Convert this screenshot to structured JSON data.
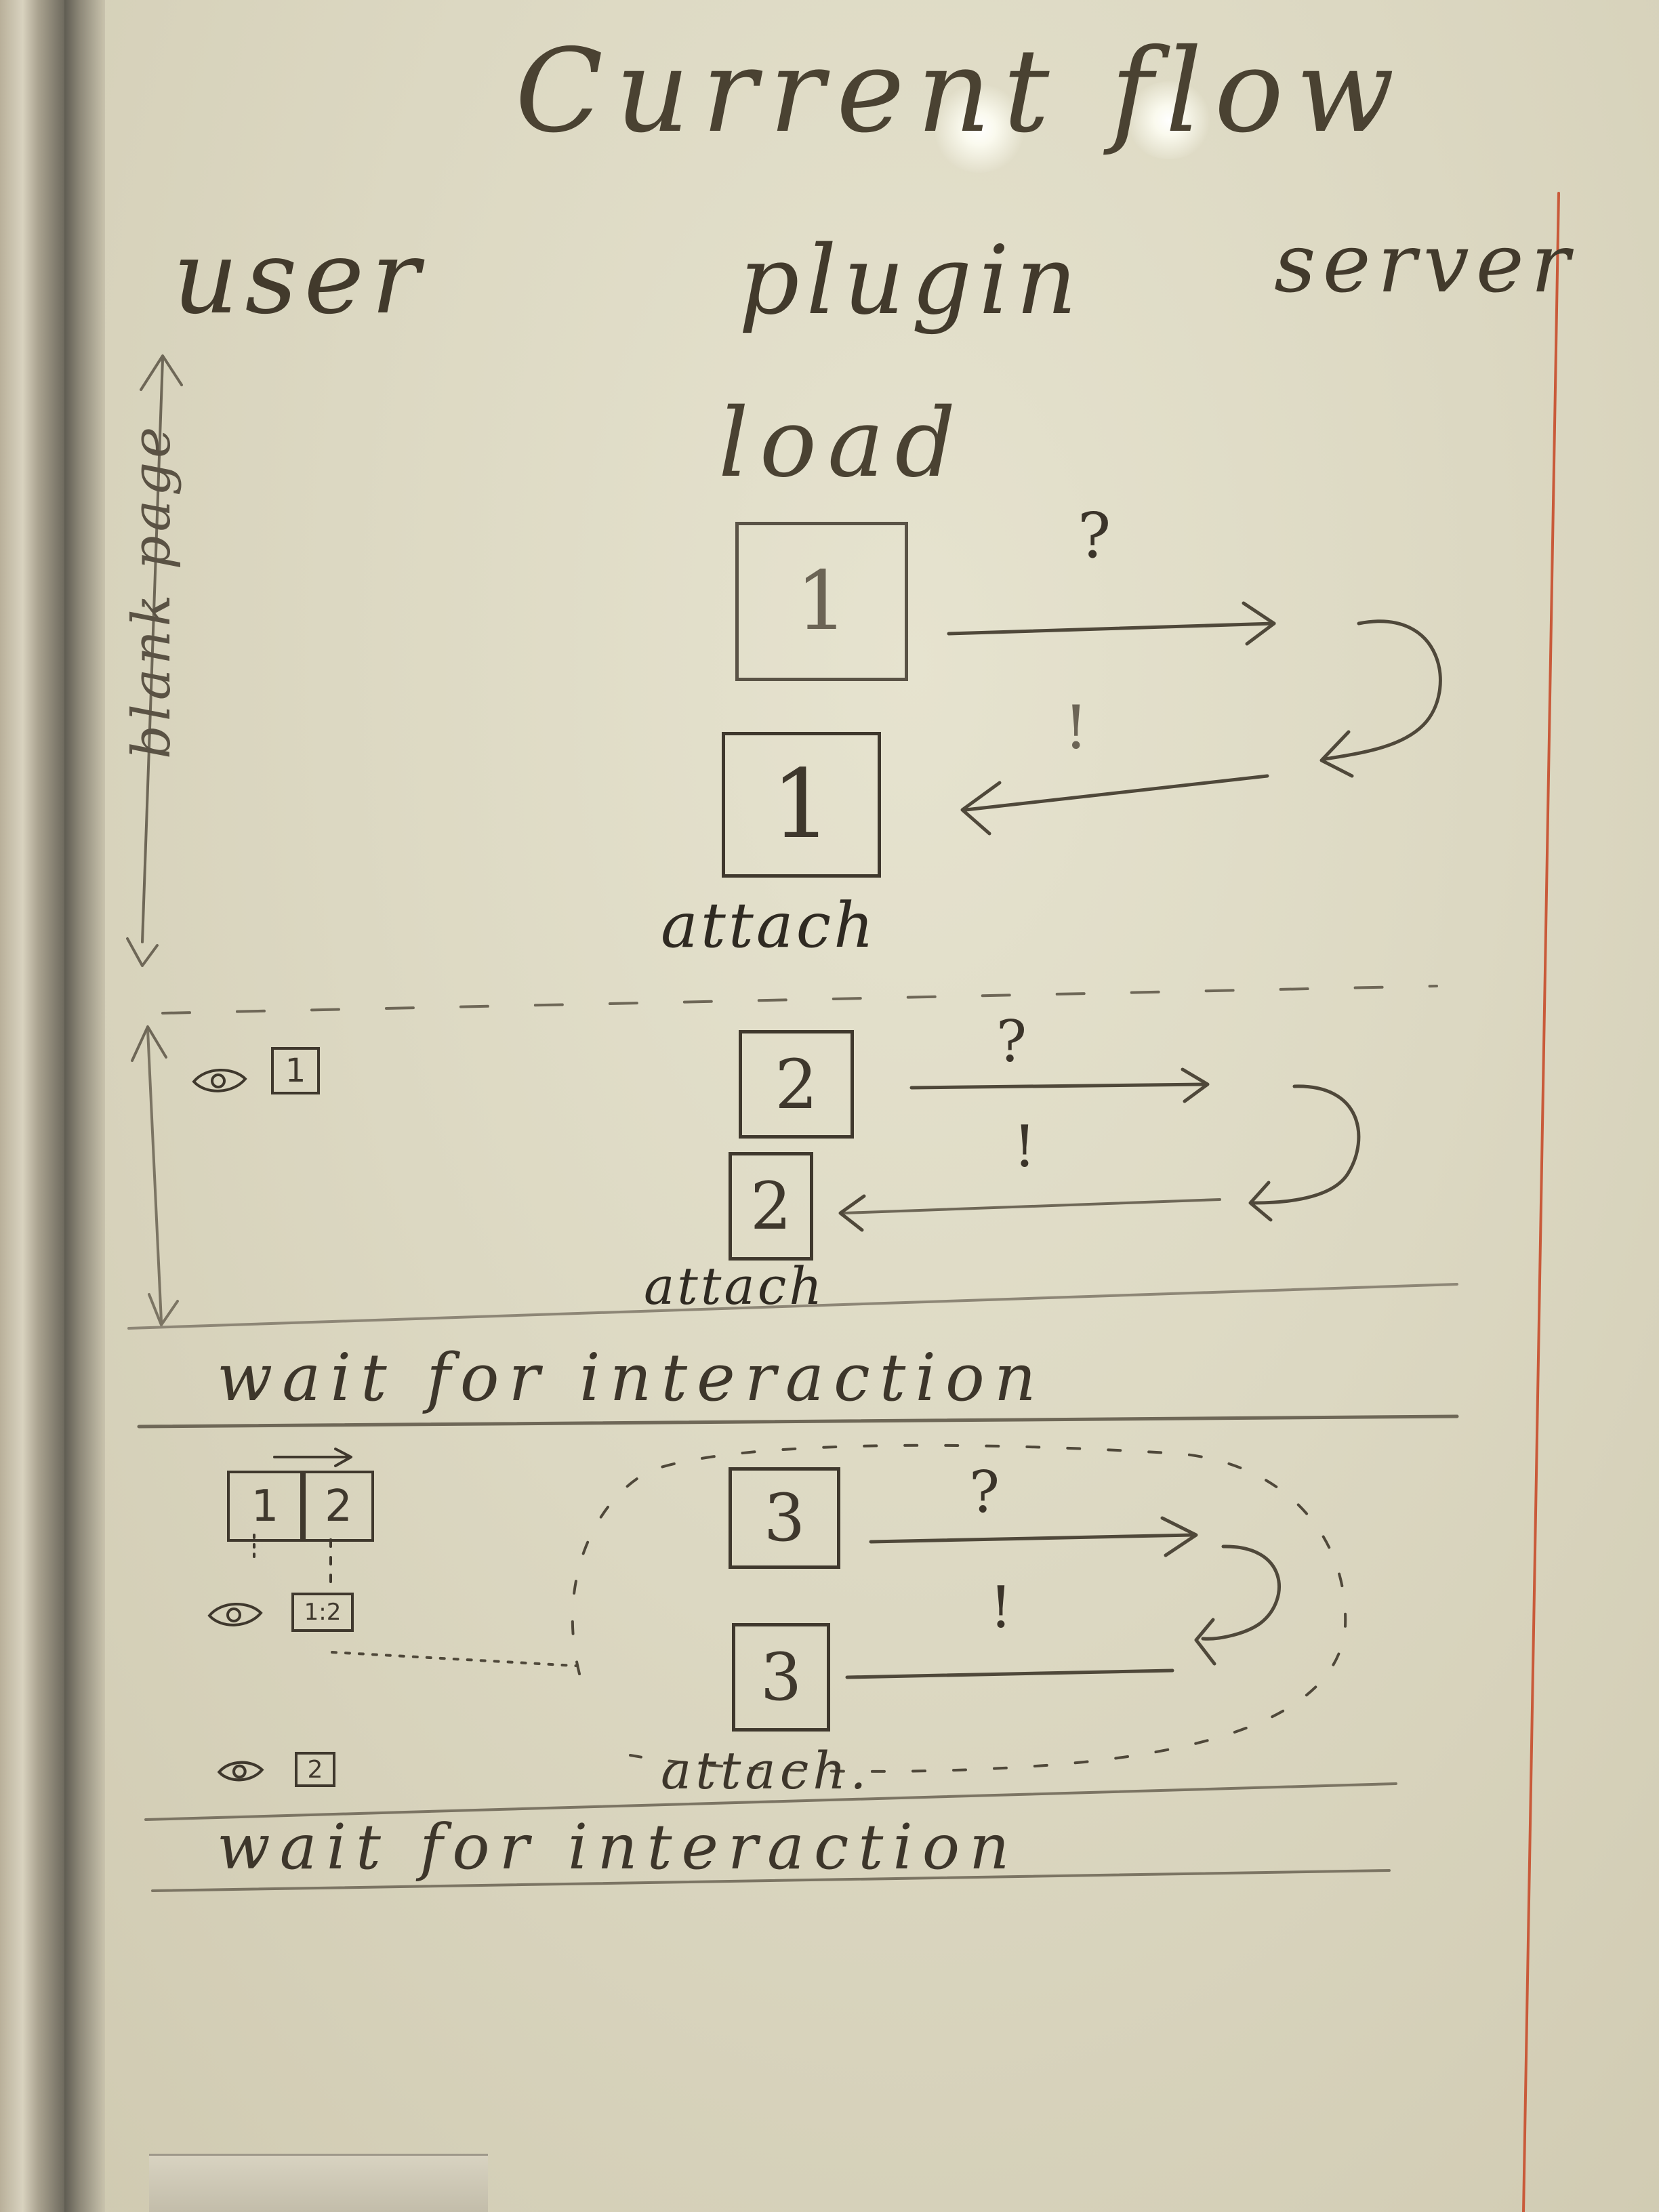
{
  "title": "Current flow",
  "columns": {
    "user": "user",
    "plugin": "plugin",
    "server": "server"
  },
  "load_label": "load",
  "blank_page_label": "blank page",
  "attach_label": "attach",
  "attach_label_3": "attach.",
  "question_mark": "?",
  "exclamation_mark": "!",
  "wait_label": "wait for interaction",
  "steps": [
    {
      "request": "1",
      "response": "1"
    },
    {
      "request": "2",
      "response": "2"
    },
    {
      "request": "3",
      "response": "3"
    }
  ],
  "user_view": {
    "after_step1": "1",
    "merge_left": "1",
    "merge_right": "2",
    "merged_small": "1:2",
    "after_step3": "2"
  },
  "colors": {
    "ink": "#2f2a22",
    "faded_ink": "#7b7463",
    "margin_line": "#c95a3a",
    "board": "#dcd8c2"
  }
}
